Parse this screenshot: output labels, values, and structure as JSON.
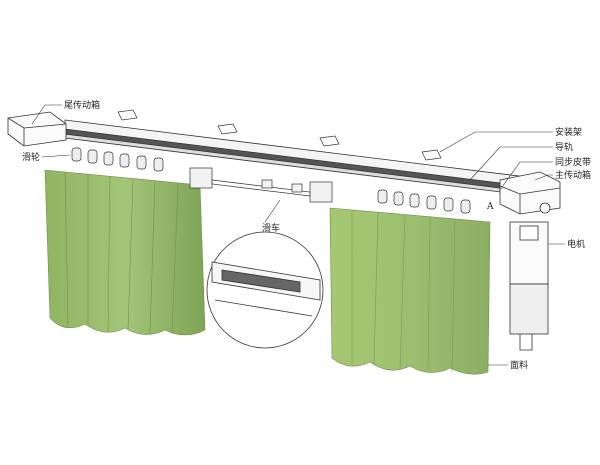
{
  "labels": {
    "tail_gearbox": "尾传动箱",
    "pulley": "滑轮",
    "carriage": "滑车",
    "mounting_bracket": "安装架",
    "track": "导轨",
    "timing_belt": "同步皮带",
    "main_gearbox": "主传动箱",
    "detail_marker": "A",
    "motor": "电机",
    "fabric": "面料"
  },
  "colors": {
    "fabric_left": "#95b86a",
    "fabric_right": "#a9c97a",
    "line": "#333333"
  }
}
